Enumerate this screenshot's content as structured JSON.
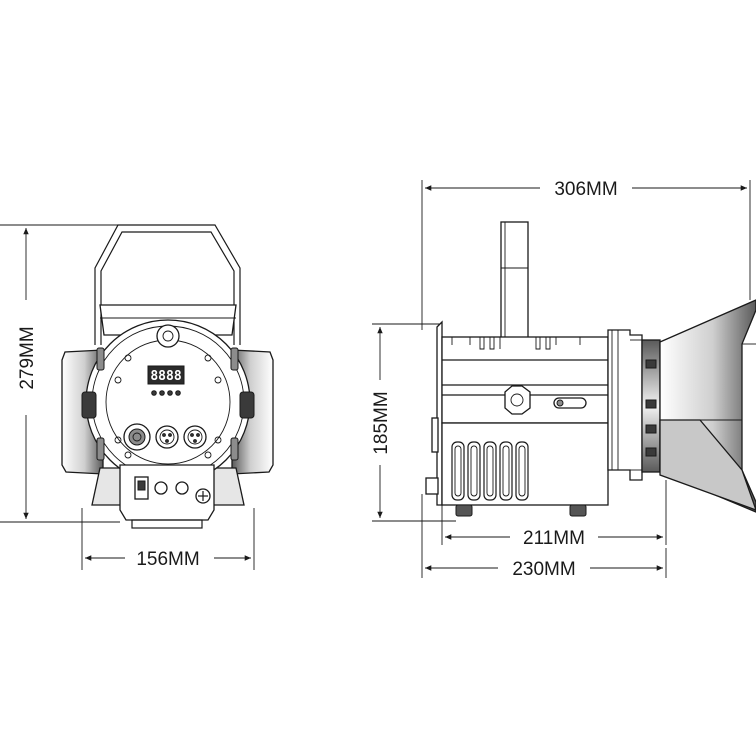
{
  "dimensions": {
    "front_height": "279MM",
    "front_width": "156MM",
    "side_length": "306MM",
    "side_height": "185MM",
    "side_body_length": "211MM",
    "side_base_length": "230MM"
  },
  "display_readout": "8888",
  "colors": {
    "line": "#1a1a1a",
    "panel_shade": "#6f6f6f"
  }
}
